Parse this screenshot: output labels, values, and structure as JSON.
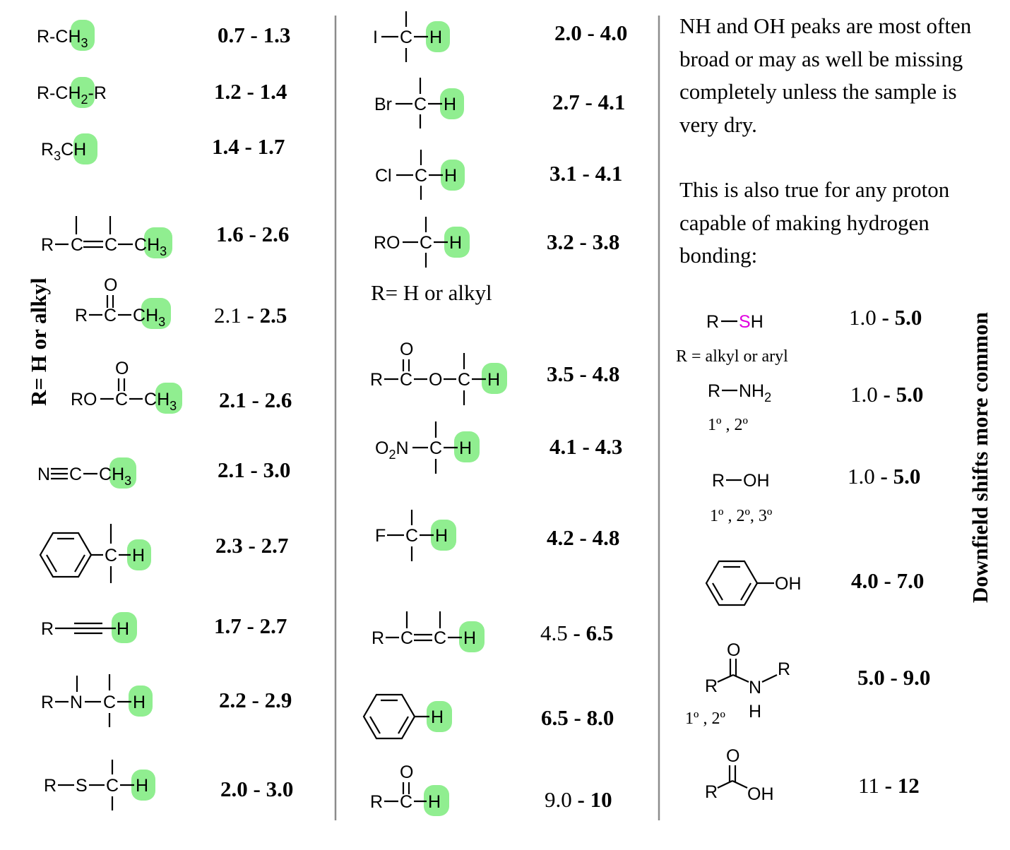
{
  "colors": {
    "highlight": "#90ee90",
    "sulfur": "#e000e0",
    "nitrogen": "#1bb51b",
    "oxygen": "#e00000",
    "accent_vertical": "#0000dd",
    "divider": "#8c8c8c"
  },
  "left_column": {
    "vertical_label": "R= H or alkyl",
    "entries": [
      {
        "id": "methyl",
        "structure": "R-CH3",
        "range_low": "0.7",
        "range_sep": " - ",
        "range_high": "1.3"
      },
      {
        "id": "methylene",
        "structure": "R-CH2-R",
        "range_low": "1.2",
        "range_sep": " - ",
        "range_high": "1.4"
      },
      {
        "id": "methine",
        "structure": "R3CH",
        "range_low": "1.4",
        "range_sep": " - ",
        "range_high": "1.7"
      },
      {
        "id": "allylic",
        "structure": "R-C=C-CH3",
        "range_low": "1.6",
        "range_sep": " - ",
        "range_high": "2.6"
      },
      {
        "id": "ketone-alpha",
        "structure": "R-C(=O)-CH3",
        "range_low": "2.1",
        "range_sep": " - ",
        "range_high": "2.5"
      },
      {
        "id": "ester-alpha",
        "structure": "RO-C(=O)-CH3",
        "range_low": "2.1",
        "range_sep": " - ",
        "range_high": "2.6"
      },
      {
        "id": "nitrile-alpha",
        "structure": "N≡C-CH3",
        "range_low": "2.1",
        "range_sep": " - ",
        "range_high": "3.0"
      },
      {
        "id": "benzylic",
        "structure": "Ph-C-H",
        "range_low": "2.3",
        "range_sep": " - ",
        "range_high": "2.7"
      },
      {
        "id": "alkyne",
        "structure": "R-C≡C-H",
        "range_low": "1.7",
        "range_sep": " - ",
        "range_high": "2.7"
      },
      {
        "id": "amine-alpha",
        "structure": "R-N-C-H",
        "range_low": "2.2",
        "range_sep": " - ",
        "range_high": "2.9"
      },
      {
        "id": "sulfide-alpha",
        "structure": "R-S-C-H",
        "range_low": "2.0",
        "range_sep": " - ",
        "range_high": "3.0"
      }
    ]
  },
  "middle_column": {
    "note": "R= H or alkyl",
    "entries": [
      {
        "id": "iodo",
        "structure": "I-C-H",
        "range_low": "2.0",
        "range_sep": " - ",
        "range_high": "4.0"
      },
      {
        "id": "bromo",
        "structure": "Br-C-H",
        "range_low": "2.7",
        "range_sep": " - ",
        "range_high": "4.1"
      },
      {
        "id": "chloro",
        "structure": "Cl-C-H",
        "range_low": "3.1",
        "range_sep": " - ",
        "range_high": "4.1"
      },
      {
        "id": "ether",
        "structure": "RO-C-H",
        "range_low": "3.2",
        "range_sep": " - ",
        "range_high": "3.8"
      },
      {
        "id": "ester-o",
        "structure": "R-C(=O)-O-C-H",
        "range_low": "3.5",
        "range_sep": " - ",
        "range_high": "4.8"
      },
      {
        "id": "nitro",
        "structure": "O2N-C-H",
        "range_low": "4.1",
        "range_sep": " - ",
        "range_high": "4.3"
      },
      {
        "id": "fluoro",
        "structure": "F-C-H",
        "range_low": "4.2",
        "range_sep": " - ",
        "range_high": "4.8"
      },
      {
        "id": "vinyl",
        "structure": "R-C=C-H",
        "range_low": "4.5",
        "range_sep": " - ",
        "range_high": "6.5"
      },
      {
        "id": "aromatic",
        "structure": "Ph-H",
        "range_low": "6.5",
        "range_sep": " - ",
        "range_high": "8.0"
      },
      {
        "id": "aldehyde",
        "structure": "R-C(=O)-H",
        "range_low": "9.0",
        "range_sep": " - ",
        "range_high": "10"
      }
    ]
  },
  "right_column": {
    "paragraph1": [
      "NH and OH peaks are most often",
      "broad or may as well be missing",
      "completely unless the sample is",
      "very dry."
    ],
    "paragraph2": [
      "This is also true for any proton",
      "capable of making hydrogen",
      "bonding:"
    ],
    "vertical_label": "Downfield shifts more common",
    "thiol_note": "R = alkyl or aryl",
    "amine_note": "1º , 2º",
    "alcohol_note": "1º , 2º, 3º",
    "amide_note": "1º , 2º",
    "entries": [
      {
        "id": "thiol",
        "structure": "R-SH",
        "range_low": "1.0",
        "range_sep": " - ",
        "range_high": "5.0"
      },
      {
        "id": "amine",
        "structure": "R-NH2",
        "range_low": "1.0",
        "range_sep": " - ",
        "range_high": "5.0"
      },
      {
        "id": "alcohol",
        "structure": "R-OH",
        "range_low": "1.0",
        "range_sep": " - ",
        "range_high": "5.0"
      },
      {
        "id": "phenol",
        "structure": "Ph-OH",
        "range_low": "4.0",
        "range_sep": " - ",
        "range_high": "7.0"
      },
      {
        "id": "amide",
        "structure": "R-C(=O)-NHR",
        "range_low": "5.0",
        "range_sep": " - ",
        "range_high": "9.0"
      },
      {
        "id": "carboxylic",
        "structure": "R-C(=O)OH",
        "range_low": "11",
        "range_sep": " - ",
        "range_high": "12"
      }
    ]
  },
  "glyphs": {
    "R": "R",
    "C": "C",
    "H": "H",
    "N": "N",
    "O": "O",
    "S": "S",
    "I": "I",
    "Br": "Br",
    "Cl": "Cl",
    "F": "F",
    "RO": "RO",
    "O2N_pre": "O",
    "O2N_sub": "2",
    "O2N_post": "N",
    "RCH3_pre": "R-C",
    "RCH2R_pre": "R-C",
    "RCH2R_post": "-R",
    "R3CH_pre": "R",
    "R3CH_sub": "3",
    "R3CH_post": "C",
    "sub2": "2",
    "sub3": "3",
    "SH_S": "S",
    "SH_H": "H",
    "NH2_N": "NH",
    "OH": "OH",
    "H_amide": "H"
  }
}
